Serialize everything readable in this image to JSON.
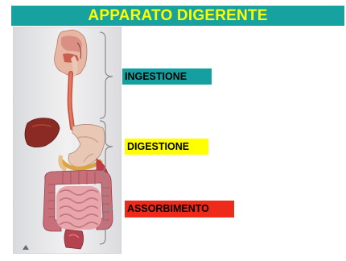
{
  "title": {
    "text": "APPARATO  DIGERENTE",
    "background": "#17a2a0",
    "color": "#ffff00"
  },
  "labels": [
    {
      "text": "INGESTIONE",
      "background": "#14a09e"
    },
    {
      "text": "DIGESTIONE",
      "background": "#ffff00"
    },
    {
      "text": "ASSORBIMENTO",
      "background": "#ee2a1b"
    }
  ]
}
